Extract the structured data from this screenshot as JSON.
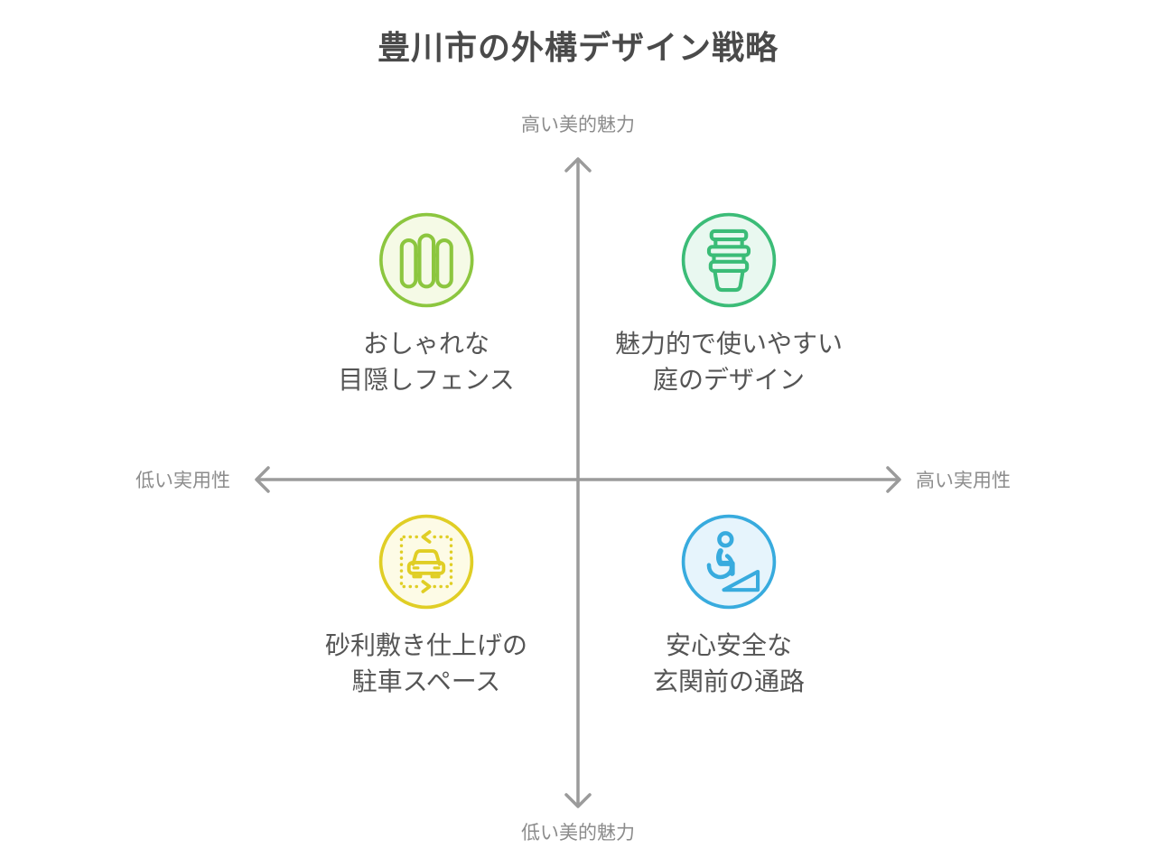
{
  "title": "豊川市の外構デザイン戦略",
  "chart_type": "quadrant-matrix",
  "axes": {
    "top_label": "高い美的魅力",
    "bottom_label": "低い美的魅力",
    "left_label": "低い実用性",
    "right_label": "高い実用性",
    "line_color": "#9b9b9b",
    "label_color": "#8c8c8c"
  },
  "quadrants": [
    {
      "position": "top-left",
      "icon": "fence-icon",
      "line1": "おしゃれな",
      "line2": "目隠しフェンス",
      "accent_color": "#8cc63f",
      "circle_fill": "#f5fae6"
    },
    {
      "position": "top-right",
      "icon": "stacked-pots-icon",
      "line1": "魅力的で使いやすい",
      "line2": "庭のデザイン",
      "accent_color": "#3bbc77",
      "circle_fill": "#e9f8f0"
    },
    {
      "position": "bottom-left",
      "icon": "car-parking-icon",
      "line1": "砂利敷き仕上げの",
      "line2": "駐車スペース",
      "accent_color": "#e0ce25",
      "circle_fill": "#fdfbe6"
    },
    {
      "position": "bottom-right",
      "icon": "wheelchair-ramp-icon",
      "line1": "安心安全な",
      "line2": "玄関前の通路",
      "accent_color": "#38abde",
      "circle_fill": "#e6f4fc"
    }
  ]
}
